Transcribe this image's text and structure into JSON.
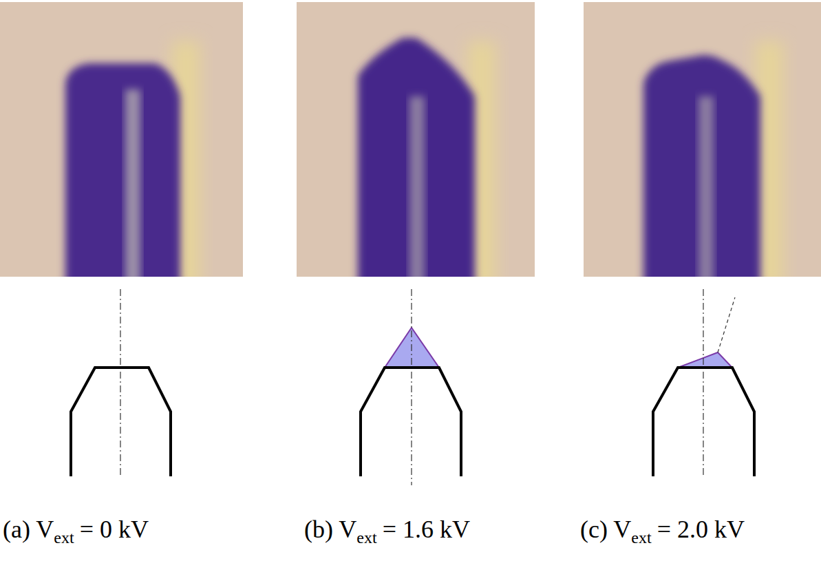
{
  "diagram": {
    "labels": [
      "(a) V",
      "ext",
      "= 0 kV",
      "(b) V",
      "ext",
      "= 1.6 kV",
      "(c) V",
      "ext",
      "= 2.0 kV"
    ]
  }
}
